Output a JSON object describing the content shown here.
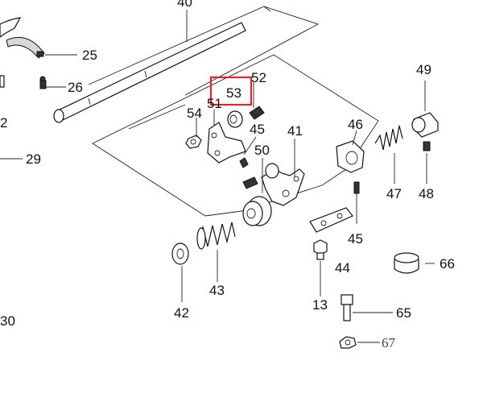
{
  "highlight": {
    "label": "53",
    "color": "#e0242b"
  },
  "callouts": {
    "c40": "40",
    "c25": "25",
    "c26": "26",
    "c2": "2",
    "c29": "29",
    "c52": "52",
    "c51": "51",
    "c54": "54",
    "c45a": "45",
    "c41": "41",
    "c50": "50",
    "c46": "46",
    "c49": "49",
    "c47": "47",
    "c48": "48",
    "c45b": "45",
    "c44": "44",
    "c66": "66",
    "c43": "43",
    "c42": "42",
    "c13": "13",
    "c65": "65",
    "c67": "67",
    "c30": "30"
  },
  "colors": {
    "line": "#111111",
    "background": "#ffffff"
  }
}
